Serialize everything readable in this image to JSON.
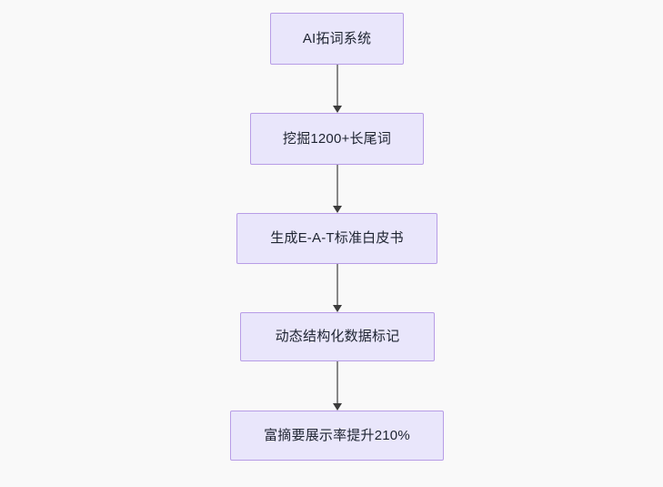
{
  "diagram": {
    "type": "flowchart",
    "direction": "top-to-bottom",
    "background_color": "#f9f9f9",
    "node_fill_color": "#e9e6fb",
    "node_border_color": "#b79ce6",
    "node_text_color": "#1d2330",
    "edge_color": "#888888",
    "arrowhead_color": "#3c3c3c",
    "nodes": [
      {
        "id": "n0",
        "label": "AI拓词系统"
      },
      {
        "id": "n1",
        "label": "挖掘1200+长尾词"
      },
      {
        "id": "n2",
        "label": "生成E-A-T标准白皮书"
      },
      {
        "id": "n3",
        "label": "动态结构化数据标记"
      },
      {
        "id": "n4",
        "label": "富摘要展示率提升210%"
      }
    ],
    "edges": [
      {
        "id": "e0",
        "from": "n0",
        "to": "n1",
        "arrow": "arrow-down-icon"
      },
      {
        "id": "e1",
        "from": "n1",
        "to": "n2",
        "arrow": "arrow-down-icon"
      },
      {
        "id": "e2",
        "from": "n2",
        "to": "n3",
        "arrow": "arrow-down-icon"
      },
      {
        "id": "e3",
        "from": "n3",
        "to": "n4",
        "arrow": "arrow-down-icon"
      }
    ]
  }
}
